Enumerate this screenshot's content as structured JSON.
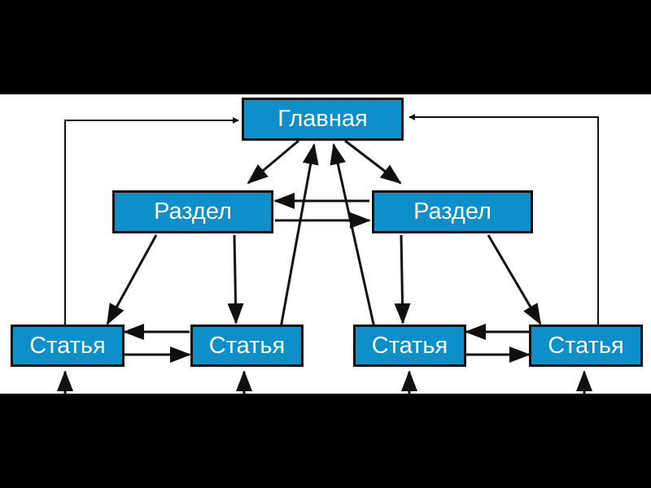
{
  "diagram": {
    "title": "Site structure",
    "colors": {
      "node_fill": "#0d8fc9",
      "node_border": "#101010",
      "line": "#101010",
      "background": "#ffffff",
      "frame": "#000000"
    },
    "nodes": {
      "home": "Главная",
      "section_left": "Раздел",
      "section_right": "Раздел",
      "article_1": "Статья",
      "article_2": "Статья",
      "article_3": "Статья",
      "article_4": "Статья"
    }
  }
}
